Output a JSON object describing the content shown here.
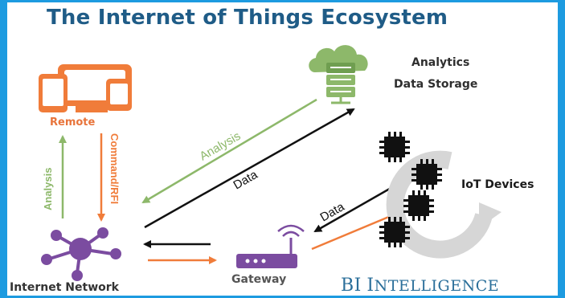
{
  "title": "The Internet of Things Ecosystem",
  "nodes": {
    "analytics": "Analytics",
    "data_storage": "Data Storage",
    "remote": "Remote",
    "iot_devices": "IoT Devices",
    "gateway": "Gateway",
    "internet_network": "Internet Network"
  },
  "arrows": {
    "analysis_vertical": "Analysis",
    "command_rfi": "Command/RFI",
    "analysis_diagonal": "Analysis",
    "data_diagonal": "Data",
    "data_devices": "Data"
  },
  "brand": {
    "b": "BI",
    "i": "I",
    "rest": "NTELLIGENCE"
  },
  "colors": {
    "title": "#1f5c87",
    "orange": "#f07c3a",
    "green": "#8db86a",
    "purple": "#7b4ca0",
    "border": "#1d9be0",
    "black": "#111111"
  },
  "icons": [
    "remote-devices-icon",
    "cloud-server-icon",
    "network-hub-icon",
    "router-icon",
    "chip-icon",
    "cycle-arrow-icon"
  ]
}
